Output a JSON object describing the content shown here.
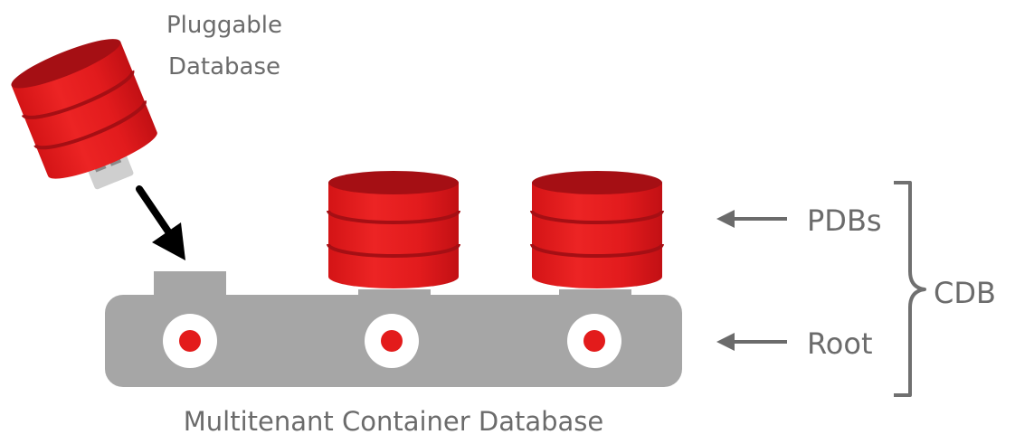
{
  "labels": {
    "pluggable_line1": "Pluggable",
    "pluggable_line2": "Database",
    "pdbs": "PDBs",
    "root": "Root",
    "cdb": "CDB",
    "caption": "Multitenant Container Database"
  },
  "colors": {
    "db_red": "#e31b1b",
    "db_dark": "#a50f14",
    "platform_gray": "#a6a6a6",
    "text_gray": "#6b6b6b",
    "arrow_black": "#000000",
    "bracket_gray": "#707070"
  },
  "icons": [
    "database-cylinder-icon",
    "usb-connector-icon",
    "arrow-left-icon",
    "curly-brace-icon"
  ]
}
